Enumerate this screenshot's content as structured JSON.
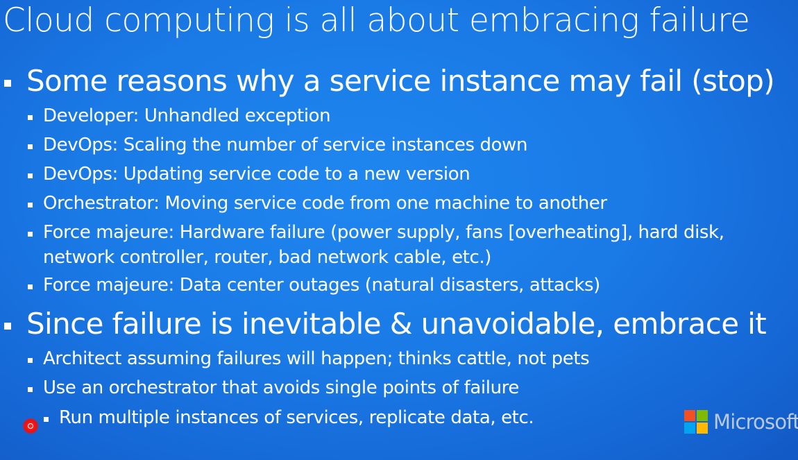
{
  "slide": {
    "title": "Cloud computing is all about embracing failure",
    "sections": [
      {
        "heading": "Some reasons why a service instance may fail (stop)",
        "items": [
          "Developer: Unhandled exception",
          "DevOps: Scaling the number of service instances down",
          "DevOps: Updating service code to a new version",
          "Orchestrator: Moving service code from one machine to another",
          "Force majeure: Hardware failure (power supply, fans [overheating], hard disk,",
          "network controller, router, bad network cable, etc.)",
          "Force majeure: Data center outages (natural disasters, attacks)"
        ]
      },
      {
        "heading": "Since failure is inevitable & unavoidable, embrace it",
        "items": [
          "Architect assuming failures will happen; thinks cattle, not pets",
          "Use an orchestrator that avoids single points of failure"
        ],
        "subitems": [
          "Run multiple instances of services, replicate data, etc."
        ]
      }
    ]
  },
  "logo": {
    "text": "Microsoft",
    "colors": [
      "#f25022",
      "#7fba00",
      "#00a4ef",
      "#ffb900"
    ]
  },
  "colors": {
    "background": "#1a7ae6",
    "text": "#ffffff",
    "cursor": "#e81010"
  }
}
